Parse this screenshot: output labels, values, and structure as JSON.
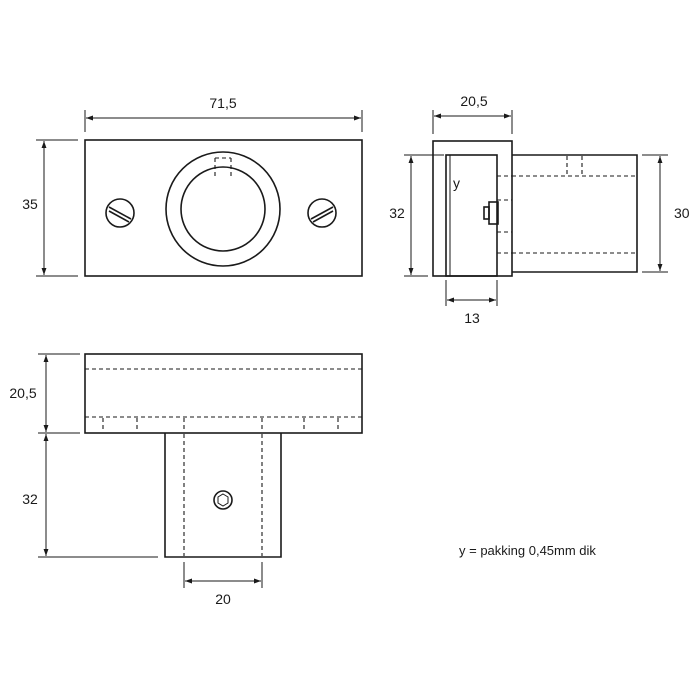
{
  "dimensions": {
    "front_width": "71,5",
    "front_height": "35",
    "side_top_width": "20,5",
    "side_left_height": "32",
    "side_right_height": "30",
    "side_bottom_width": "13",
    "top_upper_height": "20,5",
    "top_lower_height": "32",
    "top_bottom_width": "20"
  },
  "labels": {
    "gasket_marker": "y",
    "legend": "y = pakking 0,45mm dik"
  }
}
